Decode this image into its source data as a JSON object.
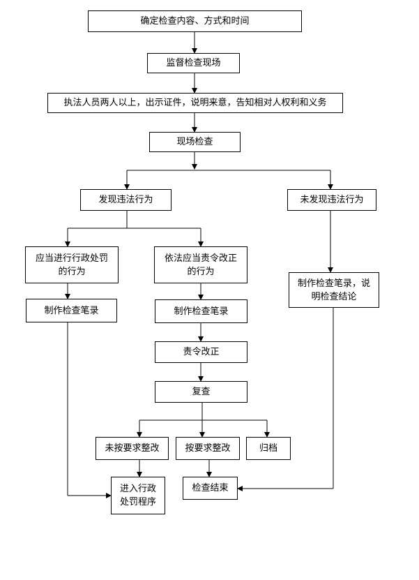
{
  "colors": {
    "line": "#000000",
    "background": "#ffffff",
    "text": "#000000"
  },
  "nodes": {
    "confirm": "确定检查内容、方式和时间",
    "supervise": "监督检查现场",
    "show_id": "执法人员两人以上，出示证件，说明来意，告知相对人权利和义务",
    "onsite": "现场检查",
    "found": "发现违法行为",
    "not_found": "未发现违法行为",
    "punish_line1": "应当进行行政处罚",
    "punish_line2": "的行为",
    "correct_line1": "依法应当责令改正",
    "correct_line2": "的行为",
    "record_left": "制作检查笔录",
    "record_mid": "制作检查笔录",
    "record_right_line1": "制作检查笔录，说",
    "record_right_line2": "明检查结论",
    "order_correct": "责令改正",
    "recheck": "复查",
    "not_corrected": "未按要求整改",
    "corrected": "按要求整改",
    "archive": "归档",
    "enter_penalty_line1": "进入行政",
    "enter_penalty_line2": "处罚程序",
    "end": "检查结束"
  }
}
